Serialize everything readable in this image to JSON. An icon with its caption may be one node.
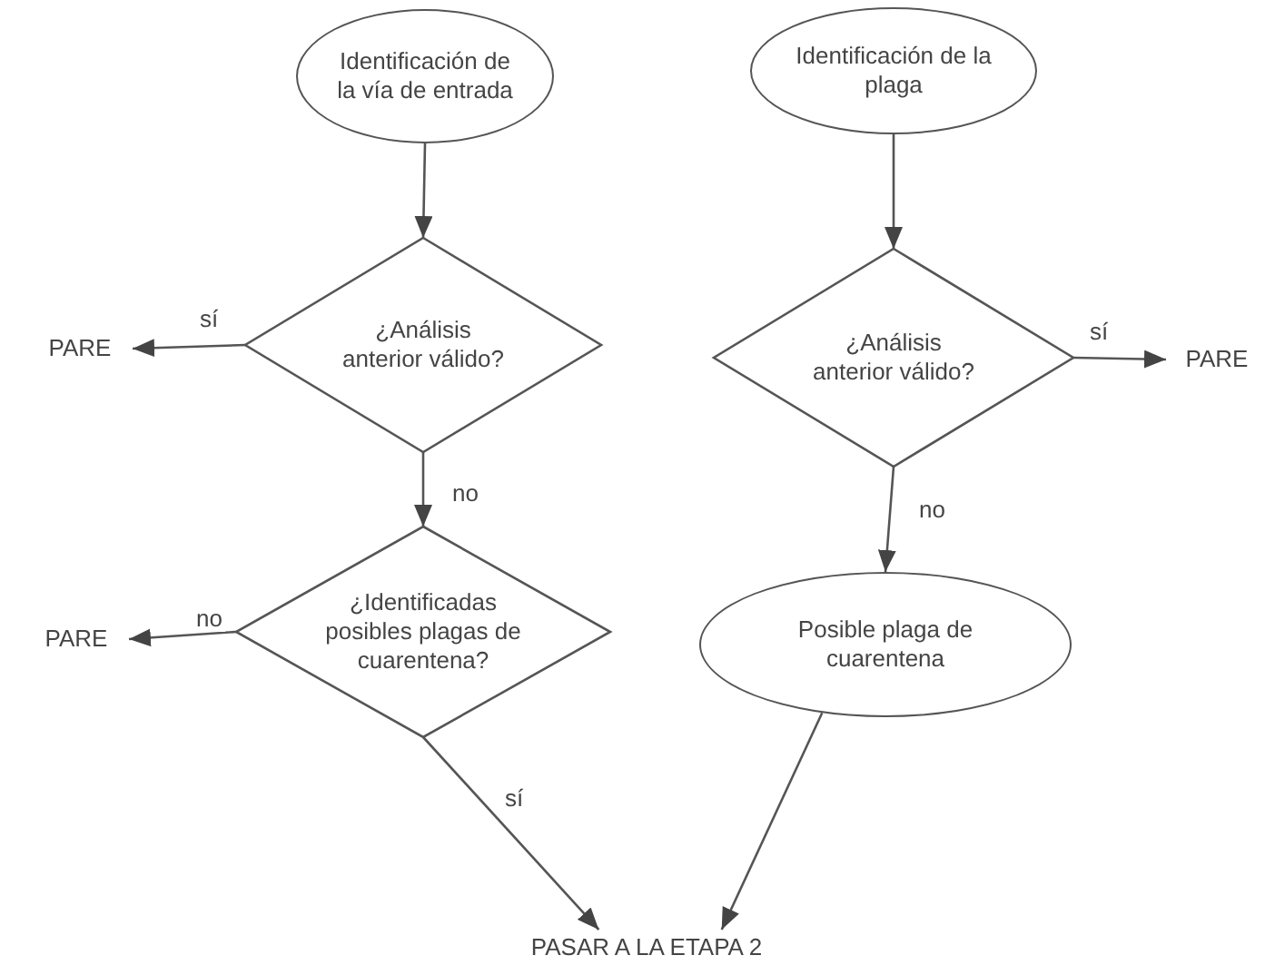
{
  "diagram": {
    "nodes": [
      {
        "text": [
          "Identificación de la vía de entrada"
        ]
      },
      {
        "text": [
          "Identificación de la plaga"
        ]
      },
      {
        "text": [
          "PARE"
        ]
      },
      {
        "text": [
          "¿Análisis anterior válido?"
        ]
      },
      {
        "text": [
          "¿Análisis anterior válido?"
        ]
      },
      {
        "text": [
          "PARE"
        ]
      },
      {
        "text": [
          "PARE"
        ]
      },
      {
        "text": [
          "¿Identificadas posibles plagas de cuarentena?"
        ]
      },
      {
        "text": [
          "Posible plaga de cuarentena"
        ]
      },
      {
        "text": [
          "PASAR A LA ETAPA 2"
        ]
      }
    ],
    "edges": [
      {
        "from": 0,
        "to": 3,
        "arrow": "to"
      },
      {
        "from": 3,
        "to": 2,
        "arrow": "to",
        "label": "sí"
      },
      {
        "from": 3,
        "to": 7,
        "arrow": "to",
        "label": "no"
      },
      {
        "from": 1,
        "to": 4,
        "arrow": "to"
      },
      {
        "from": 4,
        "to": 5,
        "arrow": "to",
        "label": "sí"
      },
      {
        "from": 4,
        "to": 8,
        "arrow": "to",
        "label": "no"
      },
      {
        "from": 7,
        "to": 6,
        "arrow": "to",
        "label": "no"
      },
      {
        "from": 7,
        "to": 9,
        "arrow": "to",
        "label": "sí"
      },
      {
        "from": 8,
        "to": 9,
        "arrow": "to"
      }
    ]
  }
}
